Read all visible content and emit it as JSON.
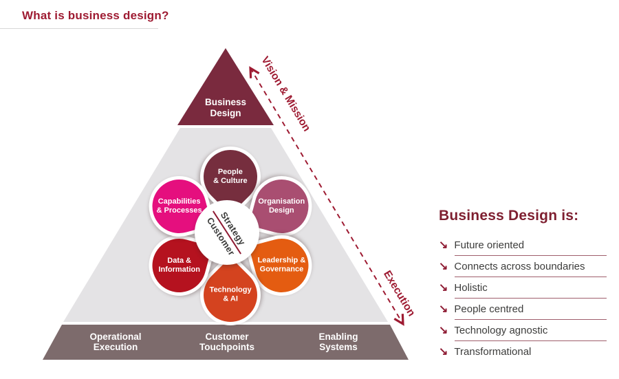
{
  "page": {
    "title": "What is business design?"
  },
  "colors": {
    "accent_maroon": "#9e1b32",
    "heading_maroon": "#7e1f30",
    "dark_text": "#3c3c3b",
    "pyramid_gray": "#e4e3e5",
    "base_taupe": "#7d6b6c",
    "apex_maroon": "#7a2a3e",
    "white": "#ffffff"
  },
  "pyramid": {
    "apex_label": "Business\nDesign",
    "axis_top_label": "Vision & Mission",
    "axis_bottom_label": "Execution",
    "base_segments": [
      {
        "label": "Operational\nExecution"
      },
      {
        "label": "Customer\nTouchpoints"
      },
      {
        "label": "Enabling\nSystems"
      }
    ]
  },
  "flower": {
    "center_top": "Strategy",
    "center_bottom": "Customer",
    "petals": [
      {
        "label": "People\n& Culture",
        "color": "#762e3e",
        "position": "top"
      },
      {
        "label": "Organisation\nDesign",
        "color": "#a94e71",
        "position": "upper-right"
      },
      {
        "label": "Leadership &\nGovernance",
        "color": "#e45c11",
        "position": "lower-right"
      },
      {
        "label": "Technology\n& AI",
        "color": "#d4431f",
        "position": "bottom"
      },
      {
        "label": "Data &\nInformation",
        "color": "#b5121f",
        "position": "lower-left"
      },
      {
        "label": "Capabilities\n& Processes",
        "color": "#e50f7e",
        "position": "upper-left"
      }
    ]
  },
  "panel": {
    "heading": "Business Design is:",
    "bullet_icon": "↘",
    "items": [
      "Future oriented",
      "Connects across boundaries",
      "Holistic",
      "People centred",
      "Technology agnostic",
      "Transformational"
    ]
  }
}
